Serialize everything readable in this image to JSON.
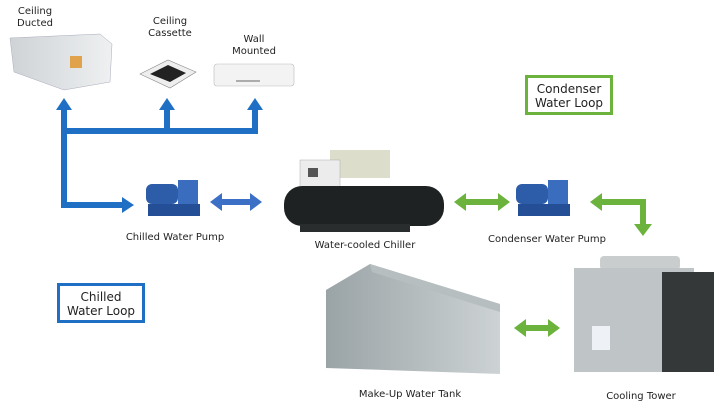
{
  "units": {
    "ceiling_ducted": {
      "label_line1": "Ceiling",
      "label_line2": "Ducted"
    },
    "ceiling_cassette": {
      "label_line1": "Ceiling",
      "label_line2": "Cassette"
    },
    "wall_mounted": {
      "label_line1": "Wall",
      "label_line2": "Mounted"
    }
  },
  "equipment": {
    "chilled_water_pump": "Chilled Water Pump",
    "chiller": "Water-cooled Chiller",
    "condenser_water_pump": "Condenser Water Pump",
    "makeup_tank": "Make-Up Water Tank",
    "cooling_tower": "Cooling Tower"
  },
  "loops": {
    "chilled": {
      "line1": "Chilled",
      "line2": "Water Loop",
      "color": "#1f6fc4"
    },
    "condenser": {
      "line1": "Condenser",
      "line2": "Water Loop",
      "color": "#6cb33e"
    }
  }
}
